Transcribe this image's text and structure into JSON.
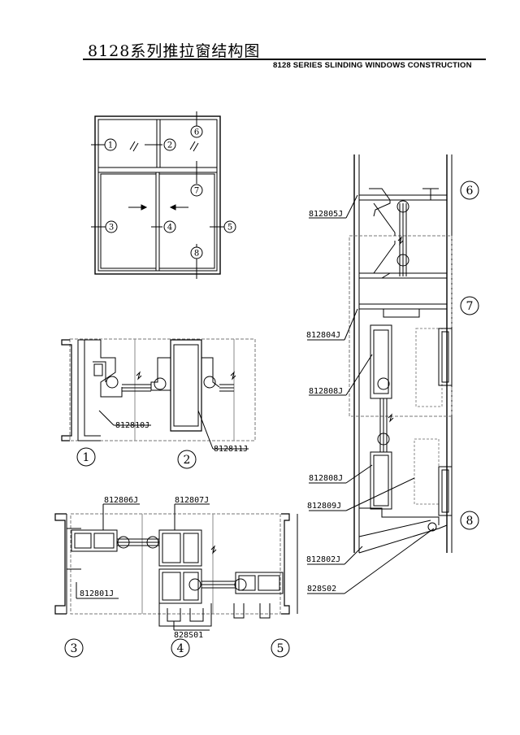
{
  "title": {
    "chinese": "8128系列推拉窗结构图",
    "english": "8128 SERIES SLINDING WINDOWS CONSTRUCTION"
  },
  "elevation_markers": [
    "1",
    "2",
    "3",
    "4",
    "5",
    "6",
    "7",
    "8"
  ],
  "section_labels": {
    "s1": "1",
    "s2": "2",
    "s3": "3",
    "s4": "4",
    "s5": "5",
    "s6": "6",
    "s7": "7",
    "s8": "8"
  },
  "part_codes": {
    "p812810J": "812810J",
    "p812811J": "812811J",
    "p812806J": "812806J",
    "p812807J": "812807J",
    "p812801J": "812801J",
    "p828S01": "828S01",
    "p812805J": "812805J",
    "p812804J": "812804J",
    "p812808J_a": "812808J",
    "p812808J_b": "812808J",
    "p812809J": "812809J",
    "p812802J": "812802J",
    "p828S02": "828S02"
  }
}
